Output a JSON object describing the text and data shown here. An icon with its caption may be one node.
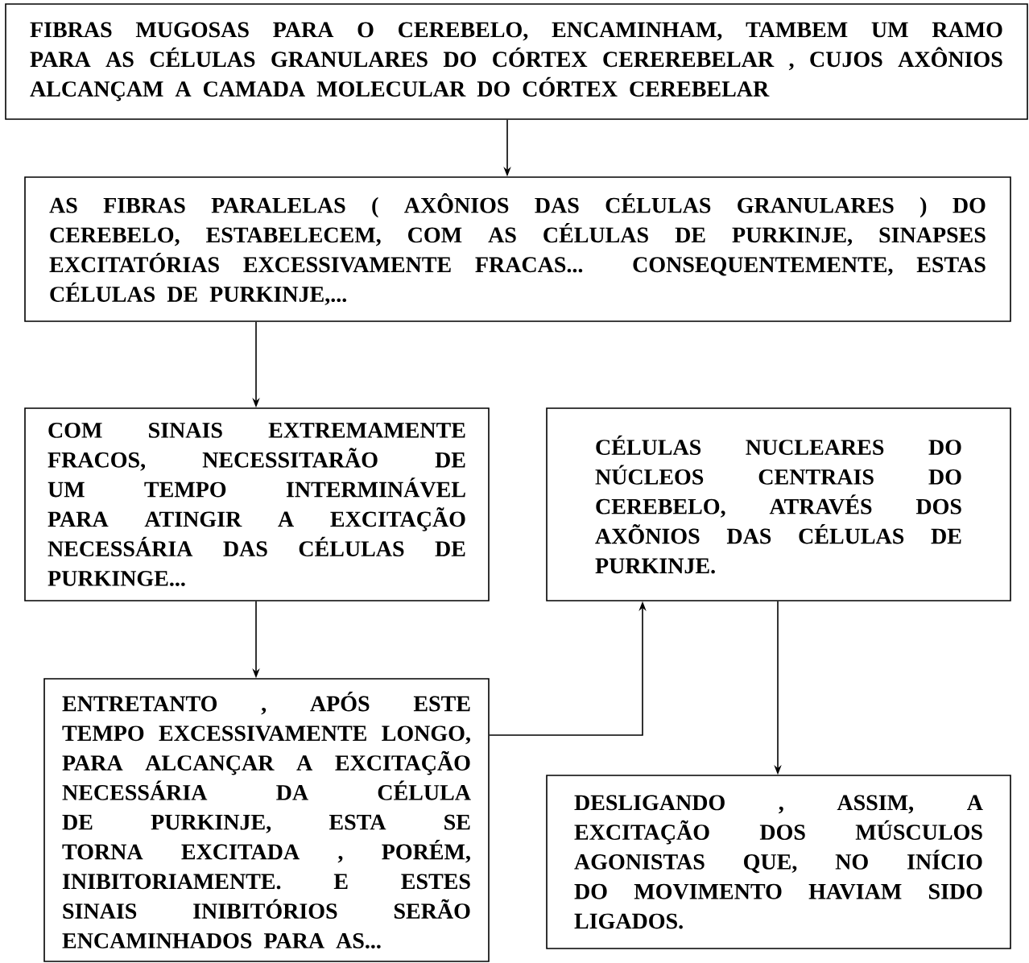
{
  "diagram": {
    "nodes": [
      {
        "text": [
          "FIBRAS MUGOSAS PARA O CEREBELO, ENCAMINHAM, TAMBEM UM RAMO PARA AS CÉLULAS GRANULARES DO CÓRTEX CEREREBELAR , CUJOS AXÔNIOS ALCANÇAM A CAMADA MOLECULAR DO CÓRTEX CEREBELAR"
        ]
      },
      {
        "text": [
          "AS FIBRAS PARALELAS ( AXÔNIOS DAS CÉLULAS GRANULARES ) DO CEREBELO, ESTABELECEM, COM AS CÉLULAS DE PURKINJE, SINAPSES EXCITATÓRIAS EXCESSIVAMENTE FRACAS... CONSEQUENTEMENTE, ESTAS CÉLULAS DE PURKINJE,..."
        ]
      },
      {
        "text": [
          "COM SINAIS EXTREMAMENTE FRACOS, NECESSITARÃO DE UM TEMPO INTERMINÁVEL PARA ATINGIR A EXCITAÇÃO NECESSÁRIA DAS CÉLULAS DE PURKINGE..."
        ]
      },
      {
        "text": [
          "CÉLULAS NUCLEARES DO NÚCLEOS CENTRAIS DO CEREBELO, ATRAVÉS DOS AXÕNIOS DAS CÉLULAS DE PURKINJE."
        ]
      },
      {
        "text": [
          "ENTRETANTO , APÓS ESTE TEMPO EXCESSIVAMENTE LONGO, PARA ALCANÇAR A EXCITAÇÃO NECESSÁRIA DA CÉLULA DE PURKINJE, ESTA SE TORNA EXCITADA , PORÉM, INIBITORIAMENTE. E ESTES SINAIS INIBITÓRIOS SERÃO ENCAMINHADOS PARA AS..."
        ]
      },
      {
        "text": [
          "DESLIGANDO , ASSIM, A EXCITAÇÃO DOS MÚSCULOS AGONISTAS QUE, NO INÍCIO DO MOVIMENTO HAVIAM SIDO LIGADOS."
        ]
      }
    ],
    "edges": [
      {
        "from": 0,
        "to": 1,
        "arrow": "to"
      },
      {
        "from": 1,
        "to": 2,
        "arrow": "to"
      },
      {
        "from": 2,
        "to": 4,
        "arrow": "to"
      },
      {
        "from": 4,
        "to": 3,
        "arrow": "to"
      },
      {
        "from": 3,
        "to": 5,
        "arrow": "to"
      }
    ]
  }
}
